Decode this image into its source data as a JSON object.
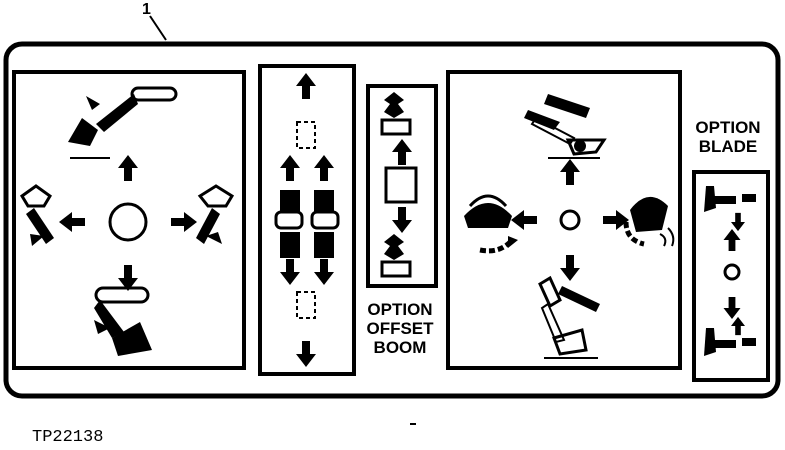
{
  "callout": "1",
  "panels": {
    "offset_boom_label": [
      "OPTION",
      "OFFSET",
      "BOOM"
    ],
    "blade_label": [
      "OPTION",
      "BLADE"
    ]
  },
  "figure_ref": "TP22138",
  "colors": {
    "ink": "#000000",
    "paper": "#ffffff"
  }
}
